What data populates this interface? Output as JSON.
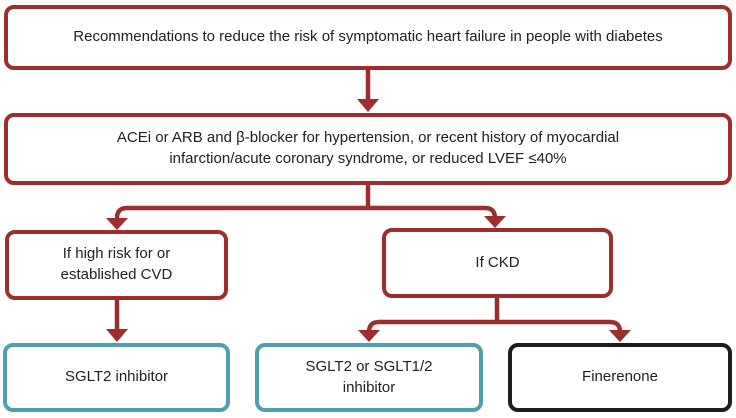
{
  "colors": {
    "red": "#9E2E2E",
    "teal": "#4EA0B0",
    "black": "#1C1C1C",
    "text": "#212121",
    "background": "#FFFFFF"
  },
  "flowchart": {
    "title_box": {
      "label": "Recommendations to reduce the risk of symptomatic heart failure in people with diabetes"
    },
    "therapy_box": {
      "label": "ACEi or ARB and β-blocker for hypertension, or recent history of myocardial\ninfarction/acute coronary syndrome, or reduced LVEF ≤40%"
    },
    "cvd_box": {
      "label": "If high risk for or\nestablished CVD"
    },
    "ckd_box": {
      "label": "If CKD"
    },
    "sglt2_box": {
      "label": "SGLT2 inhibitor"
    },
    "sglt12_box": {
      "label": "SGLT2 or SGLT1/2\ninhibitor"
    },
    "finerenone_box": {
      "label": "Finerenone"
    }
  }
}
